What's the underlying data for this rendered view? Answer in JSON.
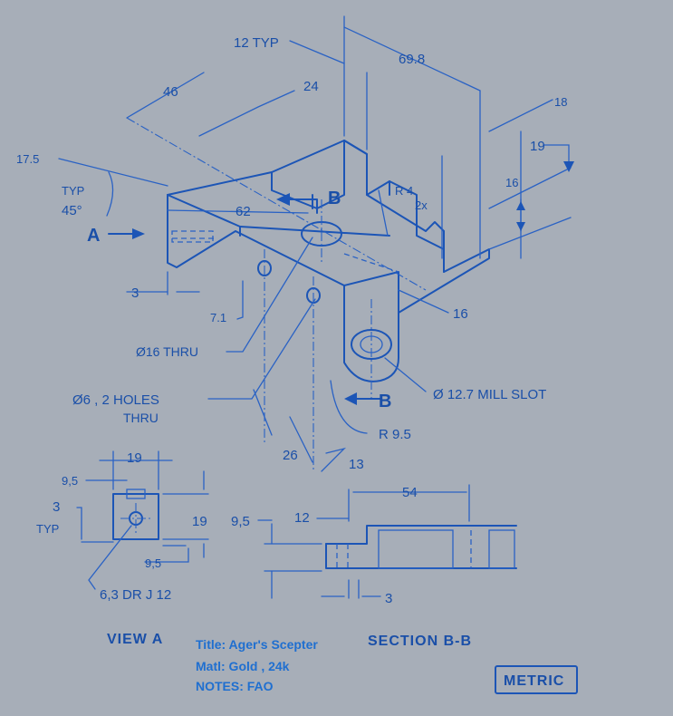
{
  "iso_dims": {
    "d12typ": "12 TYP",
    "d698": "69.8",
    "d46": "46",
    "d24": "24",
    "d18": "18",
    "d175": "17.5",
    "d19": "19",
    "d16a": "16",
    "typ": "TYP",
    "deg45": "45°",
    "d62": "62",
    "r4": "R 4",
    "r4x": "2x",
    "d3": "3",
    "d71": "7.1",
    "d16b": "16",
    "d26": "26",
    "d13": "13",
    "r95": "R 9.5"
  },
  "labels": {
    "viewA": "A",
    "sectB1": "B",
    "sectB2": "B"
  },
  "notes": {
    "hole16": "Ø16 THRU",
    "holes6a": "Ø6 , 2 HOLES",
    "holes6b": "THRU",
    "mill": "Ø 12.7  MILL SLOT"
  },
  "view_a": {
    "d19": "19",
    "d95a": "9,5",
    "d3": "3",
    "typ": "TYP",
    "d19b": "19",
    "d95b": "9,5",
    "drill": "6,3 DR  J  12",
    "caption": "VIEW A"
  },
  "section_bb": {
    "d54": "54",
    "d95": "9,5",
    "d12": "12",
    "d3": "3",
    "caption": "SECTION B-B"
  },
  "title_block": {
    "title": "Title:  Ager's Scepter",
    "matl": "Matl: Gold , 24k",
    "notes": "NOTES: FAO",
    "units": "METRIC"
  }
}
